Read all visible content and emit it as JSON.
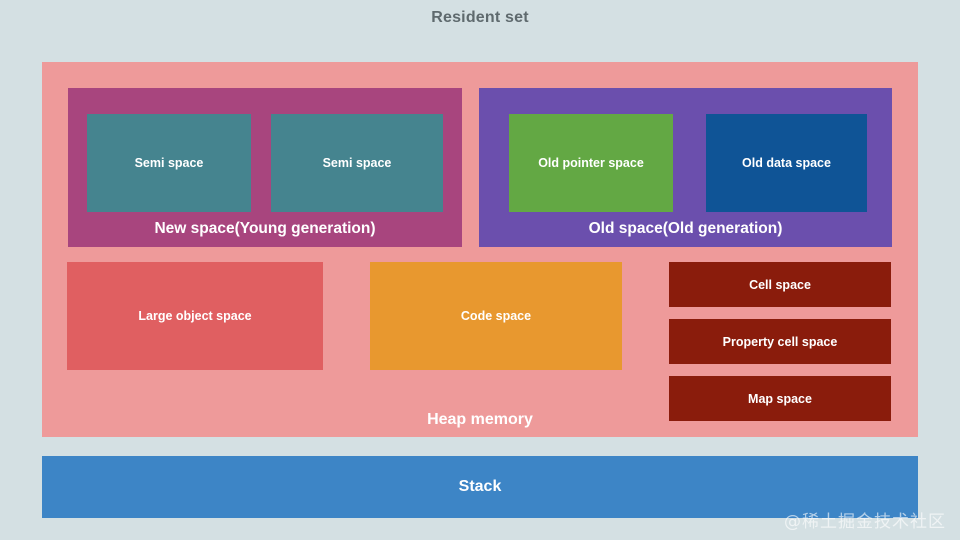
{
  "diagram": {
    "title": "Resident set",
    "background_color": "#d4e0e3",
    "title_color": "#5f6a6e"
  },
  "heap": {
    "label": "Heap memory",
    "color": "#ee9a9a",
    "generations": [
      {
        "name": "new-space",
        "label": "New space(Young generation)",
        "color": "#a8457e",
        "children": [
          {
            "name": "semi-space-1",
            "label": "Semi space",
            "color": "#45848f"
          },
          {
            "name": "semi-space-2",
            "label": "Semi space",
            "color": "#45848f"
          }
        ]
      },
      {
        "name": "old-space",
        "label": "Old space(Old generation)",
        "color": "#6b4fad",
        "children": [
          {
            "name": "old-pointer-space",
            "label": "Old pointer space",
            "color": "#63a844"
          },
          {
            "name": "old-data-space",
            "label": "Old data space",
            "color": "#0f5496"
          }
        ]
      }
    ],
    "mid_row": [
      {
        "name": "large-object-space",
        "label": "Large object space",
        "color": "#e05f61"
      },
      {
        "name": "code-space",
        "label": "Code space",
        "color": "#e8982f"
      }
    ],
    "side_column": [
      {
        "name": "cell-space",
        "label": "Cell space",
        "color": "#8a1c0c"
      },
      {
        "name": "property-cell-space",
        "label": "Property cell space",
        "color": "#8a1c0c"
      },
      {
        "name": "map-space",
        "label": "Map space",
        "color": "#8a1c0c"
      }
    ]
  },
  "stack": {
    "label": "Stack",
    "color": "#3d85c6"
  },
  "watermark": {
    "text": "@稀土掘金技术社区"
  }
}
